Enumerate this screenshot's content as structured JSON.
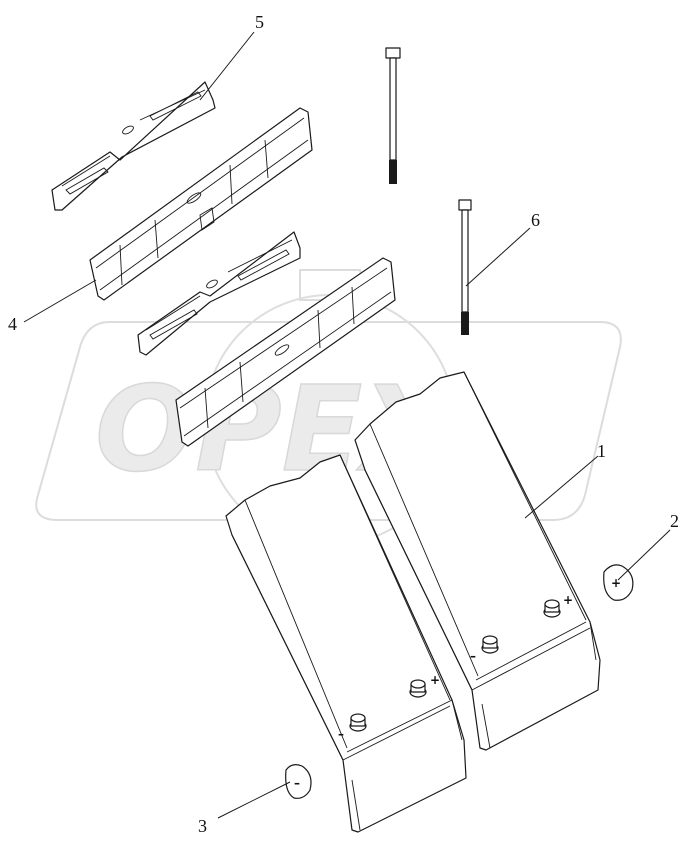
{
  "watermark": {
    "text": "OPEX"
  },
  "corner_mark": "",
  "callouts": [
    {
      "id": "1",
      "label": "1"
    },
    {
      "id": "2",
      "label": "2"
    },
    {
      "id": "3",
      "label": "3"
    },
    {
      "id": "4",
      "label": "4"
    },
    {
      "id": "5",
      "label": "5"
    },
    {
      "id": "6",
      "label": "6"
    }
  ],
  "terminal_symbols": {
    "plus": "+",
    "minus": "–"
  },
  "colors": {
    "line": "#1a1a1a",
    "watermark": "#e6e6e6",
    "background": "#ffffff"
  }
}
